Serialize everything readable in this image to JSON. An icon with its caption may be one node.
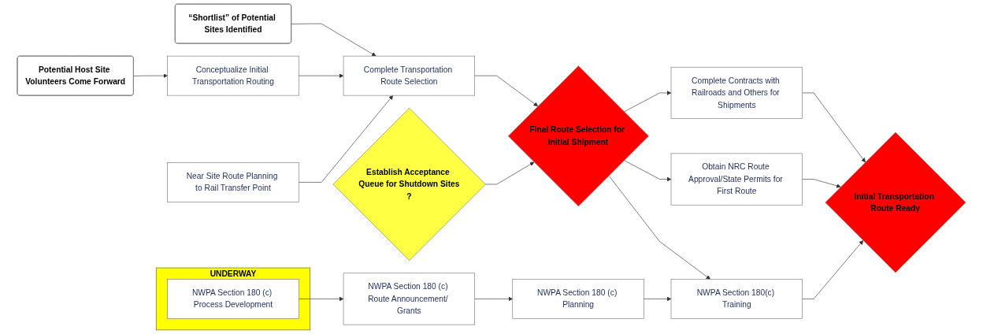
{
  "diagram": {
    "nodes": [
      {
        "text": [
          "Potential Host Site Volunteers Come Forward"
        ]
      },
      {
        "text": [
          "“Shortlist” of Potential Sites Identified"
        ]
      },
      {
        "text": [
          "Conceptualize Initial Transportation Routing"
        ]
      },
      {
        "text": [
          "Near Site Route Planning to Rail Transfer Point"
        ]
      },
      {
        "text": [
          "UNDERWAY"
        ]
      },
      {
        "text": [
          "NWPA Section 180 (c) Process Development"
        ],
        "in": 4
      },
      {
        "text": [
          "Complete Transportation Route Selection"
        ]
      },
      {
        "text": [
          "Establish Acceptance Queue for Shutdown Sites",
          "?"
        ]
      },
      {
        "text": [
          "Final Route Selection for Initial Shipment"
        ]
      },
      {
        "text": [
          "NWPA Section 180 (c) Route Announcement/ Grants"
        ]
      },
      {
        "text": [
          "NWPA Section 180 (c) Planning"
        ]
      },
      {
        "text": [
          "Complete Contracts with Railroads and Others for Shipments"
        ]
      },
      {
        "text": [
          "Obtain NRC Route Approval/State Permits for First Route"
        ]
      },
      {
        "text": [
          "NWPA Section 180(c) Training"
        ]
      },
      {
        "text": [
          "Initial Transportation Route Ready"
        ]
      }
    ],
    "edges": [
      {
        "from": 0,
        "to": 2,
        "arrow": "to"
      },
      {
        "from": 1,
        "to": 6,
        "arrow": "to"
      },
      {
        "from": 2,
        "to": 6,
        "arrow": "to"
      },
      {
        "from": 3,
        "to": 6,
        "arrow": "to"
      },
      {
        "from": 6,
        "to": 8,
        "arrow": "to"
      },
      {
        "from": 7,
        "to": 8,
        "arrow": "to"
      },
      {
        "from": 8,
        "to": 11,
        "arrow": "to"
      },
      {
        "from": 8,
        "to": 12,
        "arrow": "to"
      },
      {
        "from": 8,
        "to": 13,
        "arrow": "to"
      },
      {
        "from": 5,
        "to": 9,
        "arrow": "to"
      },
      {
        "from": 9,
        "to": 10,
        "arrow": "to"
      },
      {
        "from": 10,
        "to": 13,
        "arrow": "to"
      },
      {
        "from": 11,
        "to": 14,
        "arrow": "to"
      },
      {
        "from": 12,
        "to": 14,
        "arrow": "to"
      },
      {
        "from": 13,
        "to": 14,
        "arrow": "to"
      }
    ]
  }
}
